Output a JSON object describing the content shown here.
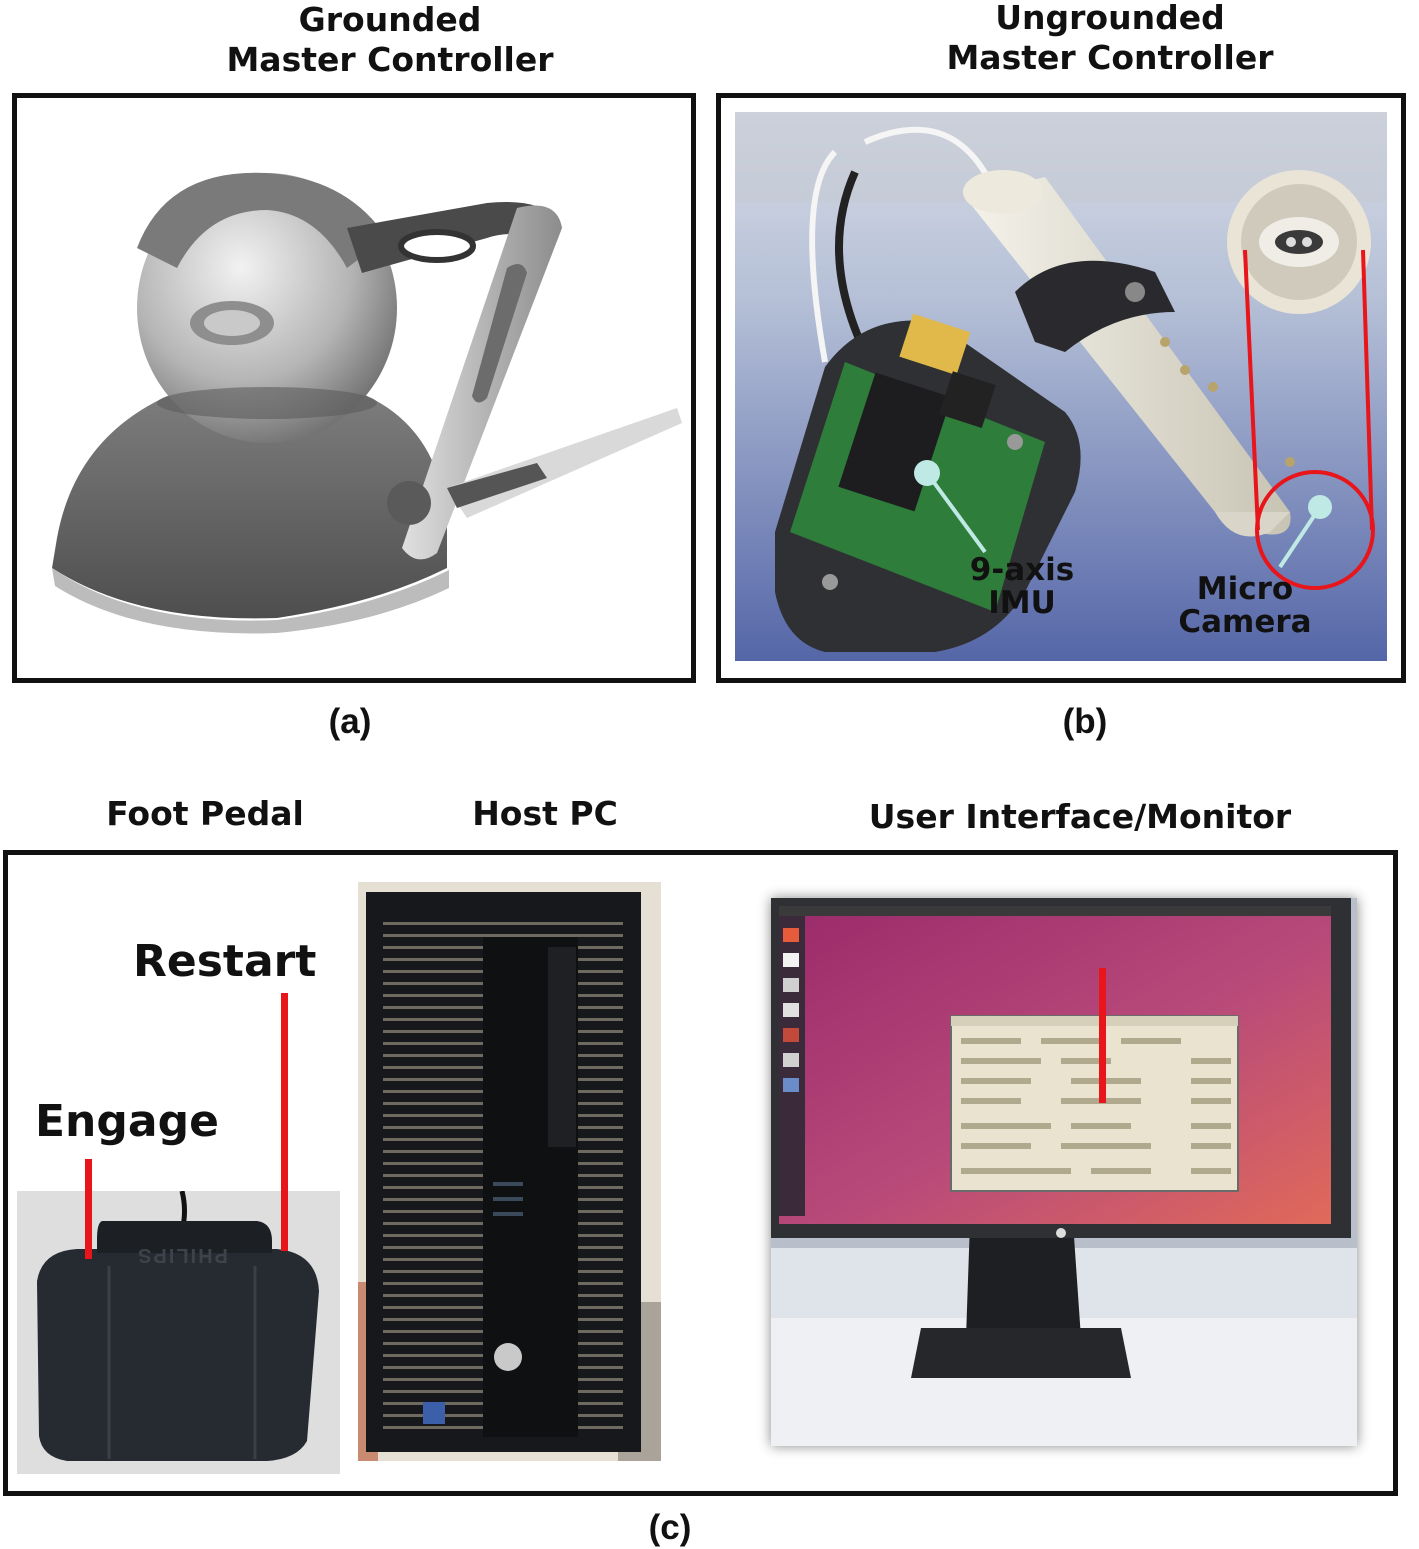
{
  "panel_a": {
    "title_line1": "Grounded",
    "title_line2": "Master Controller",
    "caption": "(a)"
  },
  "panel_b": {
    "title_line1": "Ungrounded",
    "title_line2": "Master Controller",
    "imu_label_line1": "9-axis",
    "imu_label_line2": "IMU",
    "camera_label_line1": "Micro",
    "camera_label_line2": "Camera",
    "caption": "(b)"
  },
  "panel_c": {
    "foot_pedal_title": "Foot Pedal",
    "host_pc_title": "Host PC",
    "monitor_title": "User Interface/Monitor",
    "restart_label": "Restart",
    "engage_label": "Engage",
    "pedal_brand": "PHILIPS",
    "caption": "(c)"
  },
  "colors": {
    "annotation_red": "#e8151b",
    "callout_teal": "#bfe9e4",
    "desktop_magenta": "#b23a78"
  }
}
